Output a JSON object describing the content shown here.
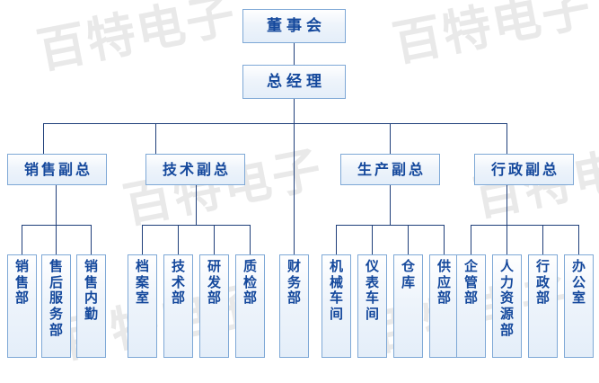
{
  "meta": {
    "title": "组织结构图",
    "watermark_text": "百特电子",
    "colors": {
      "box_border": "#7ea8d6",
      "box_fill": "#eef4fb",
      "text": "#14489c",
      "connector": "#1f3f7a",
      "watermark": "#e9e9e9",
      "background": "#ffffff"
    }
  },
  "watermarks": [
    {
      "id": "wm-1",
      "text": "百特电子"
    },
    {
      "id": "wm-2",
      "text": "百特电子"
    },
    {
      "id": "wm-3",
      "text": "百特电子"
    },
    {
      "id": "wm-4",
      "text": "百特电子"
    },
    {
      "id": "wm-5",
      "text": "百特电子"
    },
    {
      "id": "wm-6",
      "text": "百特电子"
    }
  ],
  "chart_data": {
    "type": "diagram",
    "diagram_kind": "org-chart",
    "orientation": "top-down",
    "levels": 4,
    "root": {
      "id": "board",
      "label": "董事会",
      "children": [
        {
          "id": "general-manager",
          "label": "总经理",
          "children": [
            {
              "id": "vp-sales",
              "label": "销售副总",
              "children": [
                {
                  "id": "dept-sales",
                  "label": "销售部"
                },
                {
                  "id": "dept-after-sales-service",
                  "label": "售后服务部"
                },
                {
                  "id": "dept-sales-support",
                  "label": "销售内勤"
                }
              ]
            },
            {
              "id": "vp-technology",
              "label": "技术副总",
              "children": [
                {
                  "id": "dept-archives",
                  "label": "档案室"
                },
                {
                  "id": "dept-technology",
                  "label": "技术部"
                },
                {
                  "id": "dept-rnd",
                  "label": "研发部"
                },
                {
                  "id": "dept-quality-inspection",
                  "label": "质检部"
                }
              ]
            },
            {
              "id": "dept-finance",
              "label": "财务部"
            },
            {
              "id": "vp-production",
              "label": "生产副总",
              "children": [
                {
                  "id": "dept-machinery-workshop",
                  "label": "机械车间"
                },
                {
                  "id": "dept-instrument-workshop",
                  "label": "仪表车间"
                },
                {
                  "id": "dept-warehouse",
                  "label": "仓库"
                },
                {
                  "id": "dept-supply",
                  "label": "供应部"
                }
              ]
            },
            {
              "id": "vp-administration",
              "label": "行政副总",
              "children": [
                {
                  "id": "dept-enterprise-management",
                  "label": "企管部"
                },
                {
                  "id": "dept-human-resources",
                  "label": "人力资源部"
                },
                {
                  "id": "dept-administration",
                  "label": "行政部"
                },
                {
                  "id": "dept-office",
                  "label": "办公室"
                }
              ]
            }
          ]
        }
      ]
    },
    "nodes_flat": [
      {
        "id": "board",
        "label": "董事会",
        "level": 0
      },
      {
        "id": "general-manager",
        "label": "总经理",
        "level": 1
      },
      {
        "id": "vp-sales",
        "label": "销售副总",
        "level": 2
      },
      {
        "id": "vp-technology",
        "label": "技术副总",
        "level": 2
      },
      {
        "id": "vp-production",
        "label": "生产副总",
        "level": 2
      },
      {
        "id": "vp-administration",
        "label": "行政副总",
        "level": 2
      },
      {
        "id": "dept-sales",
        "label": "销售部",
        "level": 3
      },
      {
        "id": "dept-after-sales-service",
        "label": "售后服务部",
        "level": 3
      },
      {
        "id": "dept-sales-support",
        "label": "销售内勤",
        "level": 3
      },
      {
        "id": "dept-archives",
        "label": "档案室",
        "level": 3
      },
      {
        "id": "dept-technology",
        "label": "技术部",
        "level": 3
      },
      {
        "id": "dept-rnd",
        "label": "研发部",
        "level": 3
      },
      {
        "id": "dept-quality-inspection",
        "label": "质检部",
        "level": 3
      },
      {
        "id": "dept-finance",
        "label": "财务部",
        "level": 3
      },
      {
        "id": "dept-machinery-workshop",
        "label": "机械车间",
        "level": 3
      },
      {
        "id": "dept-instrument-workshop",
        "label": "仪表车间",
        "level": 3
      },
      {
        "id": "dept-warehouse",
        "label": "仓库",
        "level": 3
      },
      {
        "id": "dept-supply",
        "label": "供应部",
        "level": 3
      },
      {
        "id": "dept-enterprise-management",
        "label": "企管部",
        "level": 3
      },
      {
        "id": "dept-human-resources",
        "label": "人力资源部",
        "level": 3
      },
      {
        "id": "dept-administration",
        "label": "行政部",
        "level": 3
      },
      {
        "id": "dept-office",
        "label": "办公室",
        "level": 3
      }
    ]
  }
}
